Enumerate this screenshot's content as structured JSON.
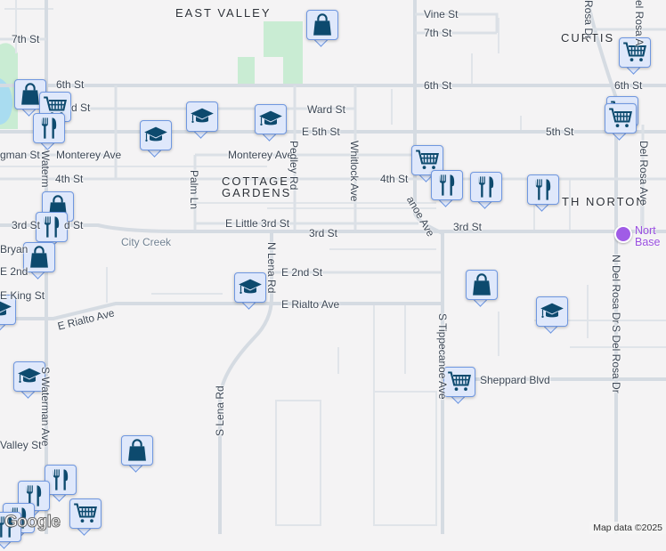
{
  "map": {
    "colors": {
      "background": "#f4f3f4",
      "road": "#d5dbe2",
      "park": "#c9ecd3",
      "water": "#a9dcf0",
      "marker_fill": "#dfe8fb",
      "marker_border": "#6f97e0",
      "icon": "#0d4a6e"
    },
    "areas": {
      "east_valley": "EAST VALLEY",
      "cottage_gardens_1": "COTTAGE",
      "cottage_gardens_2": "GARDENS",
      "curtis": "CURTIS",
      "north_norton": "TH NORTON"
    },
    "streets": {
      "seventh_w": "7th St",
      "sixth_w": "6th St",
      "ward_w": "d St",
      "fogman": "gman St",
      "monterey_w": "Monterey Ave",
      "fourth_w": "4th St",
      "third_w": "3rd St",
      "third_w2": "d St",
      "bryan": "Bryan",
      "second_w": "E 2nd",
      "king": "E King St",
      "rialto_w": "E Rialto Ave",
      "waterman_n": "Waterm",
      "waterman_s": "S Waterman Ave",
      "valley": "Valley St",
      "city_creek": "City Creek",
      "ward": "Ward St",
      "fifth_e": "E 5th St",
      "monterey_e": "Monterey Ave",
      "pedley": "Pedley Rd",
      "palm": "Palm Ln",
      "little_third": "E Little 3rd St",
      "third_c": "3rd St",
      "n_lena": "N Lena Rd",
      "s_lena": "S Lena Rd",
      "second_e": "E 2nd St",
      "rialto_e": "E Rialto Ave",
      "vine": "Vine St",
      "seventh_e": "7th St",
      "sixth_e": "6th St",
      "whitlock": "Whitlock Ave",
      "fourth_e": "4th St",
      "tippecanoe_n": "anoe Ave",
      "fifth": "5th St",
      "third_e": "3rd St",
      "sixth_far": "6th St",
      "del_rosa_ave": "Del Rosa Ave",
      "del_rosa_dr_top": "Rosa Dr",
      "del_rosa_ave_top": "el Rosa A",
      "n_del_rosa": "N Del Rosa Dr",
      "s_del_rosa": "S Del Rosa Dr",
      "tippecanoe_s": "S Tippecanoe Ave",
      "sheppard": "Sheppard Blvd"
    },
    "place": {
      "name_line1": "Nort",
      "name_line2": "Base",
      "icon": "museum-icon"
    },
    "poi_markers": [
      "shopping-bag-icon",
      "shopping-bag-icon",
      "shopping-cart-icon",
      "restaurant-icon",
      "school-icon",
      "school-icon",
      "school-icon",
      "shopping-cart-icon",
      "restaurant-icon",
      "restaurant-icon",
      "restaurant-icon",
      "shopping-cart-icon",
      "shopping-cart-icon",
      "shopping-cart-icon",
      "shopping-bag-icon",
      "restaurant-icon",
      "shopping-bag-icon",
      "school-icon",
      "school-icon",
      "school-icon",
      "shopping-bag-icon",
      "school-icon",
      "shopping-cart-icon",
      "shopping-bag-icon",
      "restaurant-icon",
      "restaurant-icon",
      "restaurant-icon",
      "restaurant-icon",
      "shopping-cart-icon"
    ],
    "logo": "Google",
    "attribution": "Map data ©2025"
  }
}
